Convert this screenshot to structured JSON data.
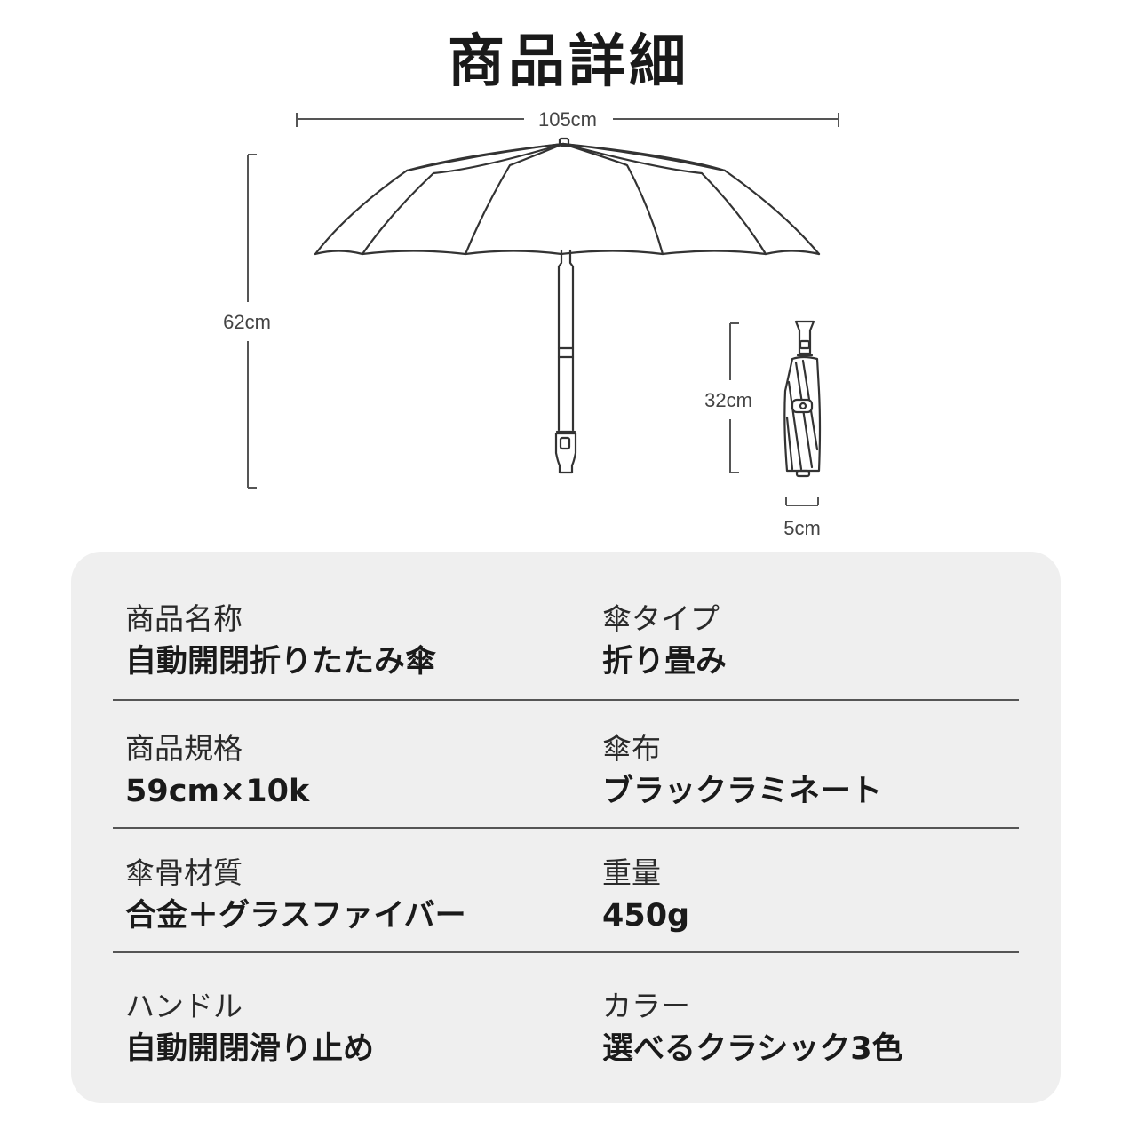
{
  "title": "商品詳細",
  "dimensions": {
    "open_width": "105cm",
    "open_height": "62cm",
    "folded_length": "32cm",
    "folded_width": "5cm"
  },
  "specs": [
    {
      "left": {
        "label": "商品名称",
        "value": "自動開閉折りたたみ傘"
      },
      "right": {
        "label": "傘タイプ",
        "value": "折り畳み"
      }
    },
    {
      "left": {
        "label": "商品規格",
        "value": "59cm×10k"
      },
      "right": {
        "label": "傘布",
        "value": "ブラックラミネート"
      }
    },
    {
      "left": {
        "label": "傘骨材質",
        "value": "合金＋グラスファイバー"
      },
      "right": {
        "label": "重量",
        "value": "450g"
      }
    },
    {
      "left": {
        "label": "ハンドル",
        "value": "自動開閉滑り止め"
      },
      "right": {
        "label": "カラー",
        "value": "選べるクラシック3色"
      }
    }
  ],
  "colors": {
    "line": "#333333",
    "panel_bg": "#efefef",
    "divider": "#555555"
  }
}
